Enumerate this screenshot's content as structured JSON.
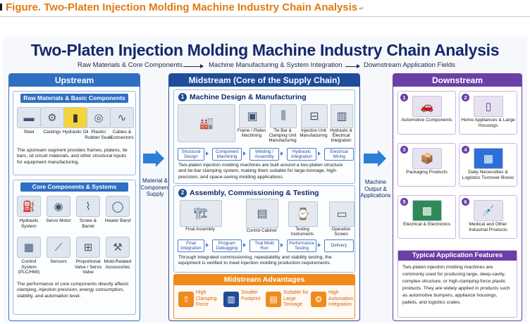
{
  "caption": {
    "text": "Figure.   Two-Platen Injection Molding Machine Industry Chain Analysis",
    "mark": "↵"
  },
  "title": "Two-Platen Injection Molding Machine Industry Chain Analysis",
  "flow": [
    "Raw Materials & Core Components",
    "Machine Manufacturing & System Integration",
    "Downstream Application Fields"
  ],
  "upstream": {
    "title": "Upstream",
    "raw": {
      "title": "Raw Materials & Basic Components",
      "items": [
        "Steel",
        "Castings",
        "Hydraulic Oil",
        "Plastic/ Rubber Seals",
        "Cables & Connectors"
      ],
      "desc": "The upstream segment provides frames, platens, tie bars, oil circuit materials, and other structural inputs for equipment manufacturing."
    },
    "core": {
      "title": "Core Components & Systems",
      "items": [
        "Hydraulic System",
        "Servo Motor",
        "Screw & Barrel",
        "Heater Band",
        "Control System (PLC/HMI)",
        "Sensors",
        "Proportional Valve / Servo Valve",
        "Mold-Related Accessories"
      ],
      "desc": "The performance of core components directly affects clamping, injection precision, energy consumption, stability, and automation level."
    }
  },
  "arrows": {
    "left": "Material & Component Supply",
    "right": "Machine Output & Applications"
  },
  "midstream": {
    "title": "Midstream (Core of the Supply Chain)",
    "s1": {
      "num": "1",
      "title": "Machine Design & Manufacturing",
      "photos": [
        "Frame / Platen Machining",
        "Tie Bar & Clamping Unit Manufacturing",
        "Injection Unit Manufacturing",
        "Hydraulic & Electrical Integration"
      ],
      "steps": [
        "Structural Design",
        "Component Machining",
        "Welding / Assembly",
        "Hydraulic Integration",
        "Electrical Wiring"
      ],
      "desc": "Two-platen injection molding machines are built around a two-platen structure and tie-bar clamping system, making them suitable for large-tonnage, high-precision, and space-saving molding applications."
    },
    "s2": {
      "num": "2",
      "title": "Assembly, Commissioning & Testing",
      "photos": [
        "Final Assembly",
        "Control Cabinet",
        "Testing Instruments",
        "Operation Screen"
      ],
      "steps": [
        "Final Integration",
        "Program Debugging",
        "Trial Mold Run",
        "Performance Testing",
        "Delivery"
      ],
      "desc": "Through integrated commissioning, repeatability and stability testing, the equipment is verified to meet injection molding production requirements."
    },
    "adv": {
      "title": "Midstream Advantages",
      "items": [
        "High Clamping Force",
        "Smaller Footprint",
        "Suitable for Large Tonnage",
        "High Automation Integration"
      ]
    }
  },
  "downstream": {
    "title": "Downstream",
    "cards": [
      {
        "num": "1",
        "label": "Automotive Components"
      },
      {
        "num": "2",
        "label": "Home Appliances & Large Housings"
      },
      {
        "num": "3",
        "label": "Packaging Products"
      },
      {
        "num": "4",
        "label": "Daily Necessities & Logistics Turnover Boxes"
      },
      {
        "num": "5",
        "label": "Electrical & Electronics"
      },
      {
        "num": "6",
        "label": "Medical and Other Industrial Products"
      }
    ],
    "typical": {
      "title": "Typical Application Features",
      "text": "Two-platen injection molding machines are commonly used for producing large, deep-cavity, complex-structure, or high-clamping-force plastic products. They are widely applied in products such as automotive bumpers, appliance housings, pallets, and logistics crates."
    }
  },
  "colors": {
    "upstream": "#2e6fc2",
    "midstream": "#1f4c9a",
    "downstream": "#6a3fa6",
    "advantage": "#f08a1c",
    "caption": "#e07a10"
  },
  "icons": {
    "upstream_raw": [
      "steel-beam-icon",
      "casting-icon",
      "oil-barrel-icon",
      "seal-ring-icon",
      "cable-icon"
    ],
    "upstream_core": [
      "hydraulic-pump-icon",
      "servo-motor-icon",
      "screw-barrel-icon",
      "heater-band-icon",
      "control-panel-icon",
      "sensor-icon",
      "valve-icon",
      "mold-accessory-icon"
    ],
    "advantages": [
      "clamp-force-icon",
      "building-icon",
      "document-icon",
      "robot-arm-icon"
    ]
  }
}
